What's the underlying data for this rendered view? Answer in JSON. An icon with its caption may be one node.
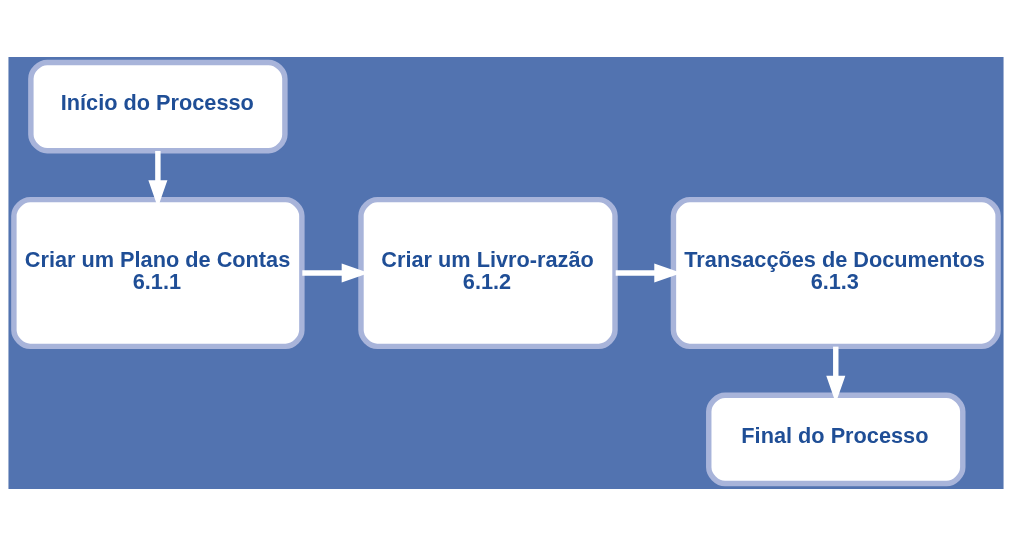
{
  "diagram": {
    "nodes": [
      {
        "text": [
          "Início do Processo"
        ]
      },
      {
        "text": [
          "Criar um Plano de Contas",
          "6.1.1"
        ]
      },
      {
        "text": [
          "Criar um Livro-razão",
          "6.1.2"
        ]
      },
      {
        "text": [
          "Transacções de Documentos",
          "6.1.3"
        ]
      },
      {
        "text": [
          "Final do Processo"
        ]
      }
    ],
    "edges": [
      {
        "from": 0,
        "to": 1,
        "arrow": "to"
      },
      {
        "from": 1,
        "to": 2,
        "arrow": "to"
      },
      {
        "from": 2,
        "to": 3,
        "arrow": "to"
      },
      {
        "from": 3,
        "to": 4,
        "arrow": "to"
      }
    ]
  }
}
